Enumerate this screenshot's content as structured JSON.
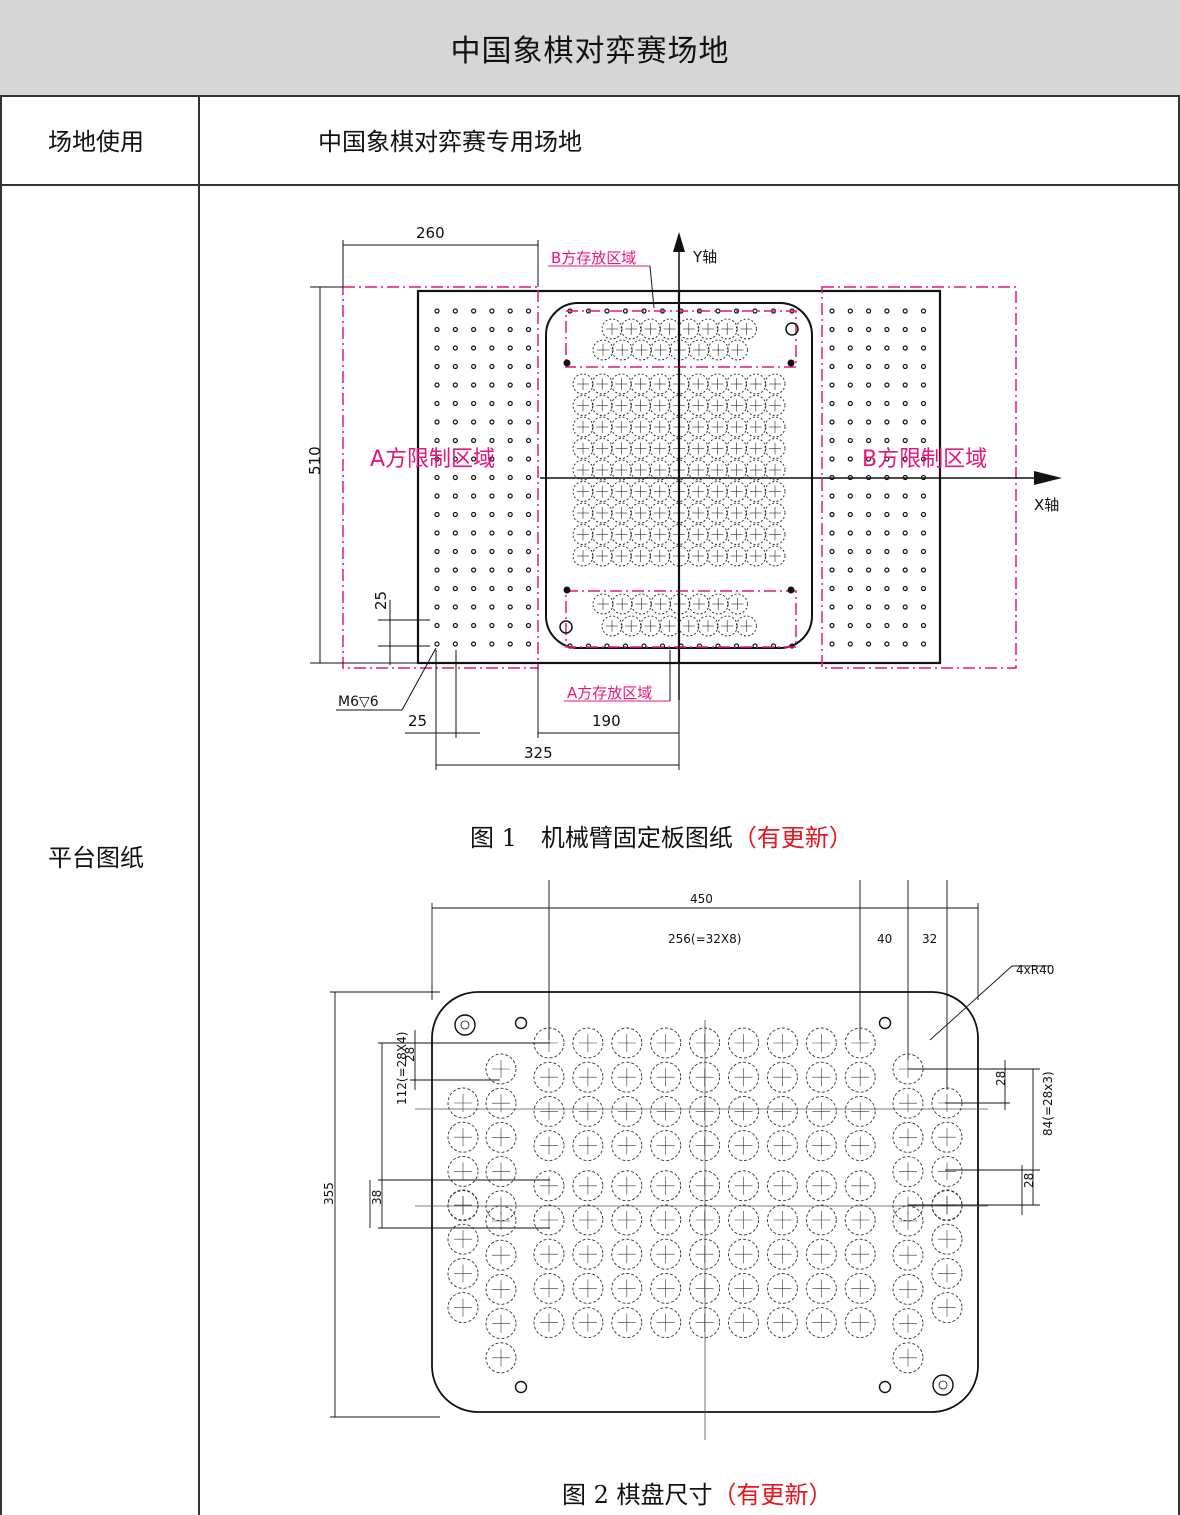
{
  "page_title": "中国象棋对弈赛场地",
  "rows": [
    {
      "label": "场地使用",
      "value": "中国象棋对弈赛专用场地"
    },
    {
      "label": "平台图纸"
    }
  ],
  "figure1": {
    "caption": "图 1　机械臂固定板图纸",
    "update_note": "（有更新）",
    "labels": {
      "y_axis": "Y轴",
      "x_axis": "X轴",
      "zone_b_storage": "B方存放区域",
      "zone_a_storage": "A方存放区域",
      "zone_a_limit": "A方限制区域",
      "zone_b_limit": "B方限制区域",
      "thread": "M6▽6"
    },
    "dims": {
      "d260": "260",
      "d510": "510",
      "d25v": "25",
      "d25h": "25",
      "d190": "190",
      "d325": "325"
    },
    "colors": {
      "accent": "#e8147d",
      "line": "#111111"
    }
  },
  "figure2": {
    "caption": "图 2 棋盘尺寸",
    "update_note": "（有更新）",
    "dims": {
      "d450": "450",
      "d256": "256(=32X8)",
      "d40": "40",
      "d32": "32",
      "radius": "4xR40",
      "d355": "355",
      "d112": "112(=28X4)",
      "d28a": "28",
      "d38": "38",
      "d28b": "28",
      "d84": "84(=28x3)",
      "d28c": "28"
    }
  }
}
